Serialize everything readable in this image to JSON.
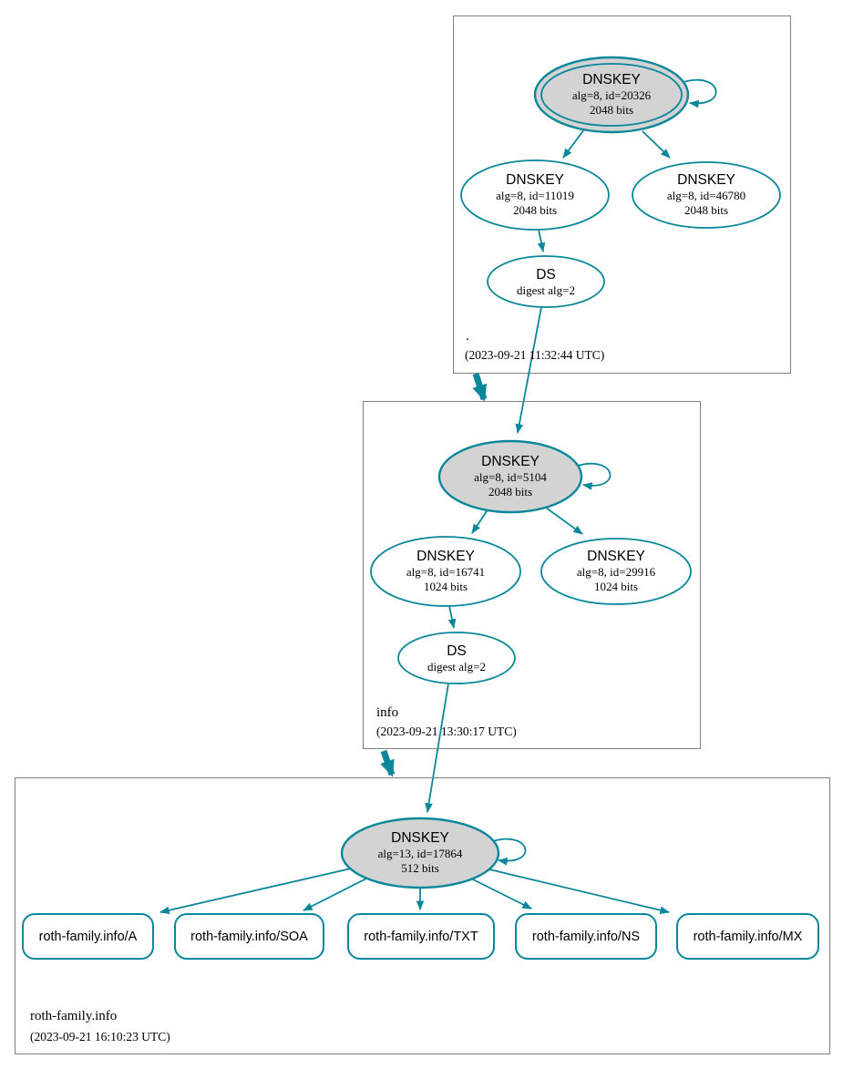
{
  "colors": {
    "secure": "#0a879a",
    "ksk_fill": "#d3d3d3",
    "node_fill": "#ffffff",
    "box_border": "#808080",
    "text": "#000000",
    "background": "#ffffff"
  },
  "zones": [
    {
      "name": ".",
      "timestamp": "(2023-09-21 11:32:44 UTC)",
      "ksk": {
        "title": "DNSKEY",
        "alg": "alg=8, id=20326",
        "bits": "2048 bits"
      },
      "zsk_left": {
        "title": "DNSKEY",
        "alg": "alg=8, id=11019",
        "bits": "2048 bits"
      },
      "zsk_right": {
        "title": "DNSKEY",
        "alg": "alg=8, id=46780",
        "bits": "2048 bits"
      },
      "ds": {
        "title": "DS",
        "digest": "digest alg=2"
      }
    },
    {
      "name": "info",
      "timestamp": "(2023-09-21 13:30:17 UTC)",
      "ksk": {
        "title": "DNSKEY",
        "alg": "alg=8, id=5104",
        "bits": "2048 bits"
      },
      "zsk_left": {
        "title": "DNSKEY",
        "alg": "alg=8, id=16741",
        "bits": "1024 bits"
      },
      "zsk_right": {
        "title": "DNSKEY",
        "alg": "alg=8, id=29916",
        "bits": "1024 bits"
      },
      "ds": {
        "title": "DS",
        "digest": "digest alg=2"
      }
    },
    {
      "name": "roth-family.info",
      "timestamp": "(2023-09-21 16:10:23 UTC)",
      "ksk": {
        "title": "DNSKEY",
        "alg": "alg=13, id=17864",
        "bits": "512 bits"
      },
      "rrsets": [
        "roth-family.info/A",
        "roth-family.info/SOA",
        "roth-family.info/TXT",
        "roth-family.info/NS",
        "roth-family.info/MX"
      ]
    }
  ]
}
